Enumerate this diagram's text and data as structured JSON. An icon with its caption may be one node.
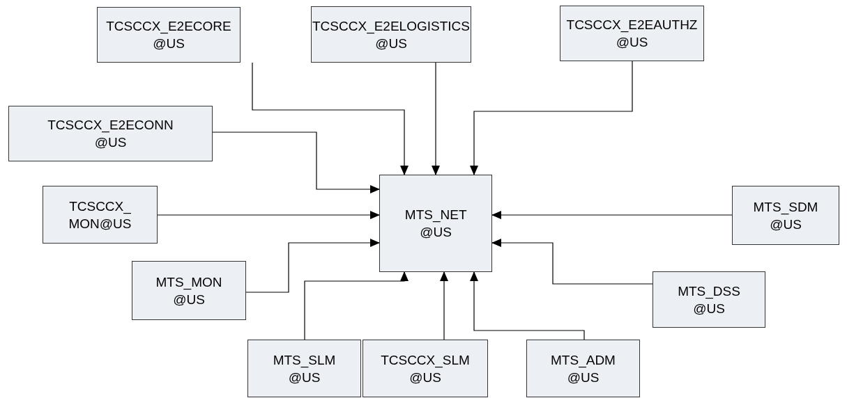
{
  "diagram": {
    "nodes": [
      {
        "text": [
          "TCSCCX_E2ECORE @US"
        ]
      },
      {
        "text": [
          "TCSCCX_E2ELOGISTICS @US"
        ]
      },
      {
        "text": [
          "TCSCCX_E2EAUTHZ @US"
        ]
      },
      {
        "text": [
          "TCSCCX_E2ECONN @US"
        ]
      },
      {
        "text": [
          "MTS_NET @US"
        ]
      },
      {
        "text": [
          "TCSCCX_ MON@US"
        ]
      },
      {
        "text": [
          "MTS_SDM @US"
        ]
      },
      {
        "text": [
          "MTS_MON @US"
        ]
      },
      {
        "text": [
          "MTS_DSS @US"
        ]
      },
      {
        "text": [
          "MTS_SLM @US"
        ]
      },
      {
        "text": [
          "TCSCCX_SLM @US"
        ]
      },
      {
        "text": [
          "MTS_ADM @US"
        ]
      }
    ],
    "edges": [
      {
        "from": 0,
        "to": 4,
        "arrow": "to"
      },
      {
        "from": 1,
        "to": 4,
        "arrow": "to"
      },
      {
        "from": 2,
        "to": 4,
        "arrow": "to"
      },
      {
        "from": 3,
        "to": 4,
        "arrow": "to"
      },
      {
        "from": 5,
        "to": 4,
        "arrow": "to"
      },
      {
        "from": 6,
        "to": 4,
        "arrow": "to"
      },
      {
        "from": 7,
        "to": 4,
        "arrow": "to"
      },
      {
        "from": 8,
        "to": 4,
        "arrow": "to"
      },
      {
        "from": 9,
        "to": 4,
        "arrow": "to"
      },
      {
        "from": 10,
        "to": 4,
        "arrow": "to"
      },
      {
        "from": 11,
        "to": 4,
        "arrow": "to"
      }
    ]
  }
}
